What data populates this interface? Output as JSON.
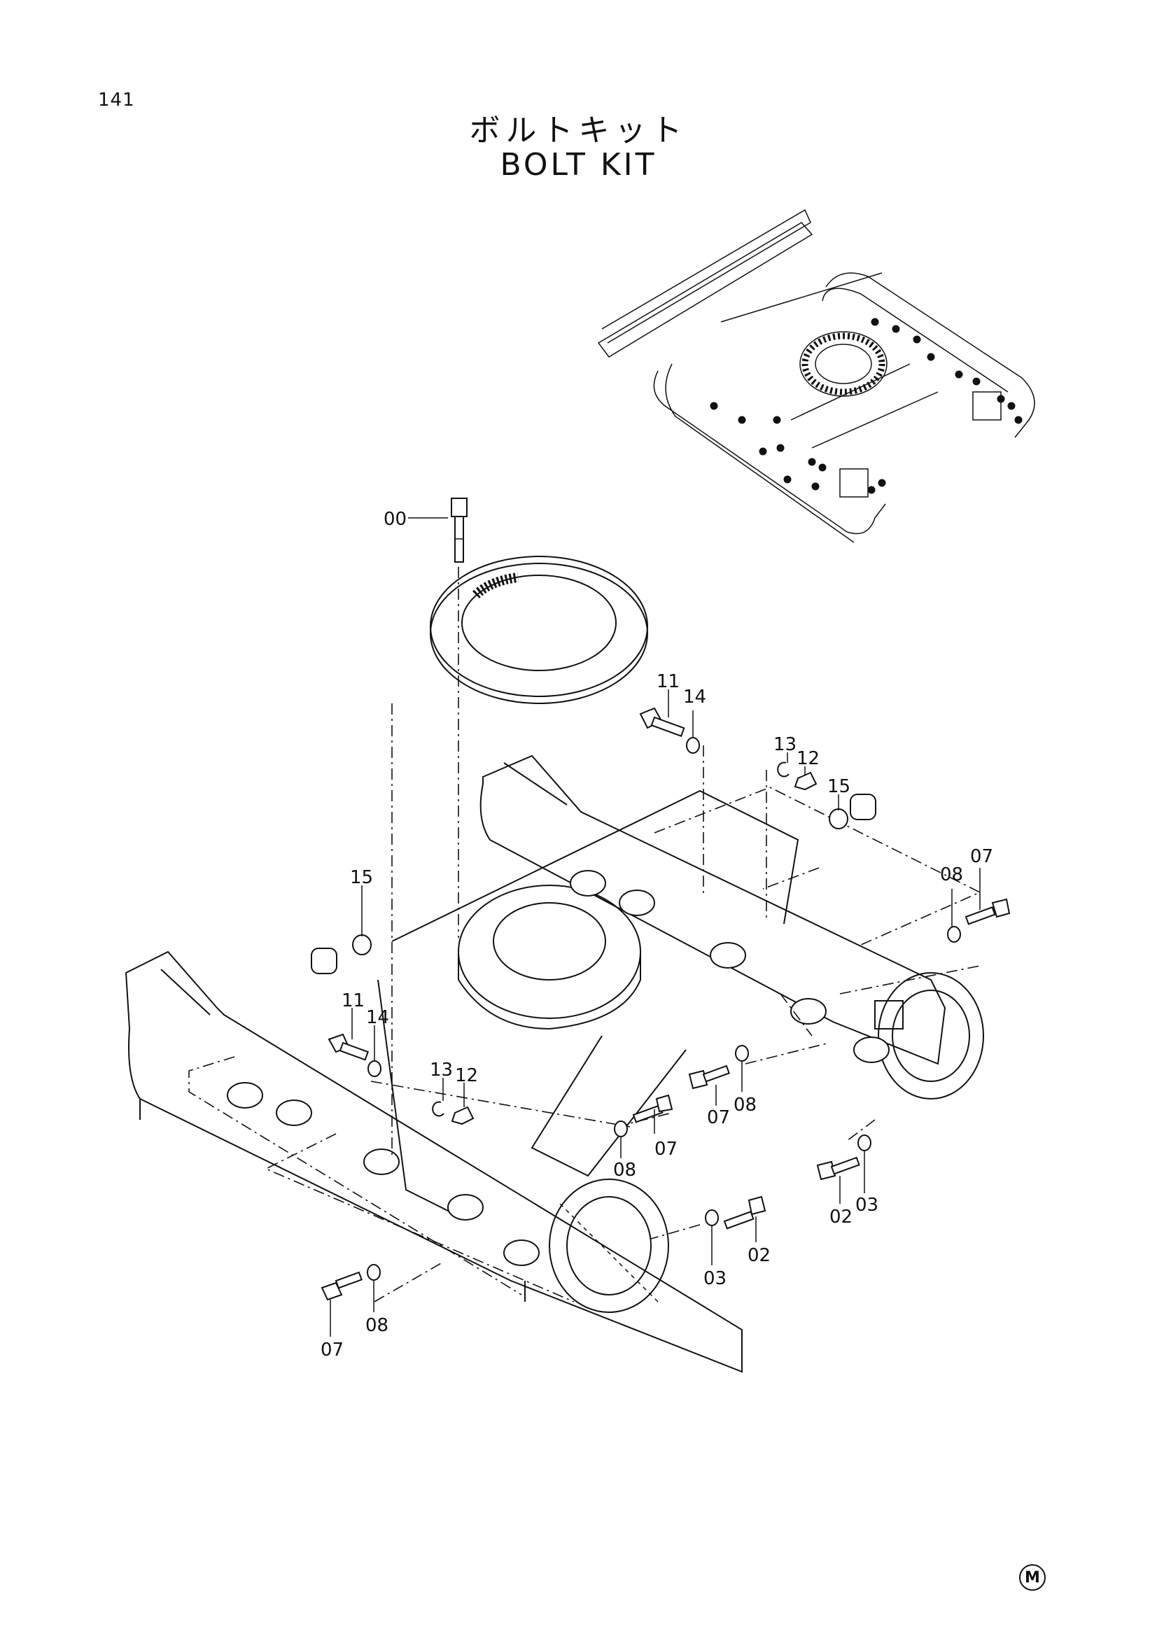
{
  "page": {
    "number": "141",
    "title_jp": "ボルトキット",
    "title_en": "BOLT KIT",
    "maker_mark": "M"
  },
  "callouts": [
    {
      "id": "00",
      "label": "00"
    },
    {
      "id": "11a",
      "label": "11"
    },
    {
      "id": "14a",
      "label": "14"
    },
    {
      "id": "13a",
      "label": "13"
    },
    {
      "id": "12a",
      "label": "12"
    },
    {
      "id": "15a",
      "label": "15"
    },
    {
      "id": "08a",
      "label": "08"
    },
    {
      "id": "07a",
      "label": "07"
    },
    {
      "id": "15b",
      "label": "15"
    },
    {
      "id": "11b",
      "label": "11"
    },
    {
      "id": "14b",
      "label": "14"
    },
    {
      "id": "13b",
      "label": "13"
    },
    {
      "id": "12b",
      "label": "12"
    },
    {
      "id": "07b",
      "label": "07"
    },
    {
      "id": "08b",
      "label": "08"
    },
    {
      "id": "07c",
      "label": "07"
    },
    {
      "id": "08c",
      "label": "08"
    },
    {
      "id": "02a",
      "label": "02"
    },
    {
      "id": "03a",
      "label": "03"
    },
    {
      "id": "03b",
      "label": "03"
    },
    {
      "id": "02b",
      "label": "02"
    },
    {
      "id": "08d",
      "label": "08"
    },
    {
      "id": "07d",
      "label": "07"
    }
  ]
}
